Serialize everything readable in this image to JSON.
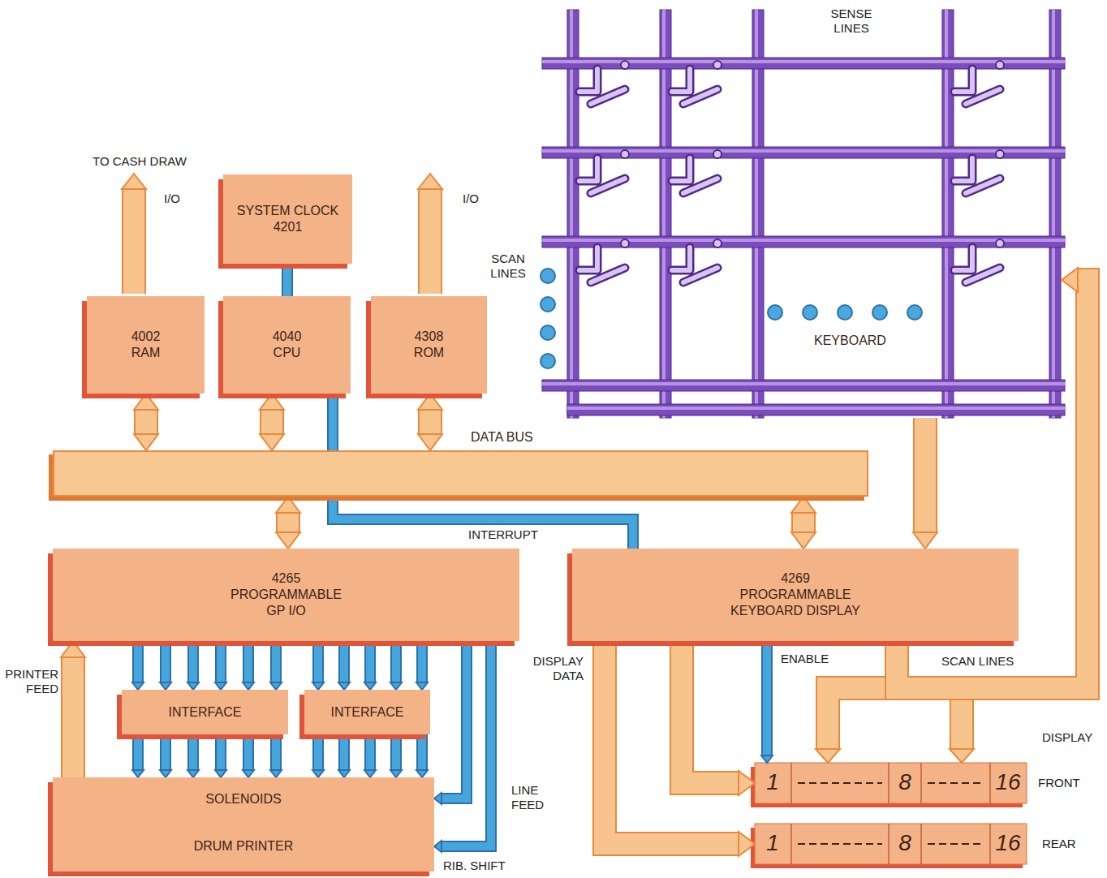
{
  "diagram": {
    "nodes": [
      {
        "text": [
          "4002 RAM"
        ]
      },
      {
        "text": [
          "SYSTEM CLOCK 4201"
        ]
      },
      {
        "text": [
          "4040 CPU"
        ]
      },
      {
        "text": [
          "4308 ROM"
        ]
      },
      {
        "text": [
          "KEYBOARD"
        ]
      },
      {
        "text": [
          "DATA BUS"
        ]
      },
      {
        "text": [
          "4265 PROGRAMMABLE GP I/O"
        ]
      },
      {
        "text": [
          "INTERFACE"
        ]
      },
      {
        "text": [
          "INTERFACE"
        ]
      },
      {
        "text": [
          "SOLENOIDS"
        ]
      },
      {
        "text": [
          "DRUM PRINTER"
        ]
      },
      {
        "text": [
          "4269 PROGRAMMABLE KEYBOARD DISPLAY"
        ]
      },
      {
        "text": [
          "1",
          "8",
          "16"
        ]
      },
      {
        "text": [
          "1",
          "8",
          "16"
        ]
      }
    ],
    "edges": [
      {
        "from": 0,
        "to": 5,
        "arrow": "both"
      },
      {
        "from": 2,
        "to": 5,
        "arrow": "both"
      },
      {
        "from": 3,
        "to": 5,
        "arrow": "both"
      },
      {
        "from": 1,
        "to": 2,
        "arrow": "none"
      },
      {
        "from": 2,
        "to": 11,
        "label": "INTERRUPT",
        "arrow": "none"
      },
      {
        "from": 5,
        "to": 6,
        "arrow": "both"
      },
      {
        "from": 5,
        "to": 11,
        "arrow": "both"
      },
      {
        "from": 4,
        "to": 11,
        "arrow": "to"
      },
      {
        "from": 11,
        "to": 4,
        "label": "SCAN LINES",
        "arrow": "to"
      },
      {
        "from": 11,
        "to": 12,
        "label": "DISPLAY DATA",
        "arrow": "to"
      },
      {
        "from": 11,
        "to": 13,
        "arrow": "to"
      },
      {
        "from": 11,
        "to": 12,
        "label": "ENABLE",
        "arrow": "to"
      },
      {
        "from": 6,
        "to": 7,
        "arrow": "to"
      },
      {
        "from": 6,
        "to": 8,
        "arrow": "to"
      },
      {
        "from": 7,
        "to": 9,
        "arrow": "to"
      },
      {
        "from": 8,
        "to": 9,
        "arrow": "to"
      },
      {
        "from": 6,
        "to": 9,
        "label": "LINE FEED",
        "arrow": "to"
      },
      {
        "from": 6,
        "to": 10,
        "label": "RIB. SHIFT",
        "arrow": "to"
      },
      {
        "from": 9,
        "to": 6,
        "label": "PRINTER FEED",
        "arrow": "to"
      }
    ],
    "labels": [
      "TO CASH DRAW",
      "I/O",
      "I/O",
      "SENSE LINES",
      "SCAN LINES",
      "DISPLAY",
      "FRONT",
      "REAR"
    ]
  }
}
